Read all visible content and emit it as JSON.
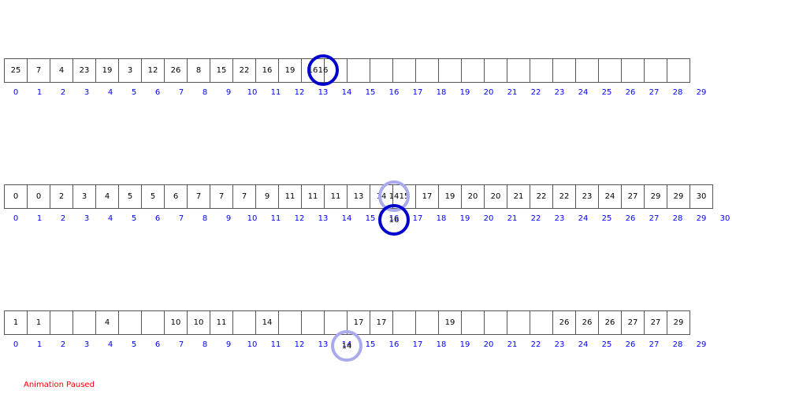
{
  "colors": {
    "index_text": "#0000ff",
    "active_circle": "#0000cc",
    "faded_circle": "#aaaaee",
    "status_text": "#ff0000",
    "cell_border": "#555555"
  },
  "arrays": [
    {
      "name": "input-array",
      "cells": [
        "25",
        "7",
        "4",
        "23",
        "19",
        "3",
        "12",
        "26",
        "8",
        "15",
        "22",
        "16",
        "19",
        "16",
        "",
        "",
        "",
        "",
        "",
        "",
        "",
        "",
        "",
        "",
        "",
        "",
        "",
        "",
        "",
        ""
      ],
      "indices": [
        "0",
        "1",
        "2",
        "3",
        "4",
        "5",
        "6",
        "7",
        "8",
        "9",
        "10",
        "11",
        "12",
        "13",
        "14",
        "15",
        "16",
        "17",
        "18",
        "19",
        "20",
        "21",
        "22",
        "23",
        "24",
        "25",
        "26",
        "27",
        "28",
        "29"
      ]
    },
    {
      "name": "count-array",
      "cells": [
        "0",
        "0",
        "2",
        "3",
        "4",
        "5",
        "5",
        "6",
        "7",
        "7",
        "7",
        "9",
        "11",
        "11",
        "11",
        "13",
        "14",
        "15",
        "17",
        "19",
        "20",
        "20",
        "21",
        "22",
        "22",
        "23",
        "24",
        "27",
        "29",
        "29",
        "30"
      ],
      "indices": [
        "0",
        "1",
        "2",
        "3",
        "4",
        "5",
        "6",
        "7",
        "8",
        "9",
        "10",
        "11",
        "12",
        "13",
        "14",
        "15",
        "16",
        "17",
        "18",
        "19",
        "20",
        "21",
        "22",
        "23",
        "24",
        "25",
        "26",
        "27",
        "28",
        "29",
        "30"
      ]
    },
    {
      "name": "output-array",
      "cells": [
        "1",
        "1",
        "",
        "",
        "4",
        "",
        "",
        "10",
        "10",
        "11",
        "",
        "14",
        "",
        "",
        "",
        "17",
        "17",
        "",
        "",
        "19",
        "",
        "",
        "",
        "",
        "26",
        "26",
        "26",
        "27",
        "27",
        "29"
      ],
      "indices": [
        "0",
        "1",
        "2",
        "3",
        "4",
        "5",
        "6",
        "7",
        "8",
        "9",
        "10",
        "11",
        "12",
        "13",
        "14",
        "15",
        "16",
        "17",
        "18",
        "19",
        "20",
        "21",
        "22",
        "23",
        "24",
        "25",
        "26",
        "27",
        "28",
        "29"
      ]
    }
  ],
  "markers": [
    {
      "name": "input-current-marker",
      "label": "16",
      "style": "active"
    },
    {
      "name": "count-value-marker",
      "label": "14",
      "style": "faded"
    },
    {
      "name": "count-index-marker",
      "label": "16",
      "style": "active"
    },
    {
      "name": "output-target-marker",
      "label": "14",
      "style": "faded"
    }
  ],
  "status": {
    "text": "Animation Paused"
  }
}
